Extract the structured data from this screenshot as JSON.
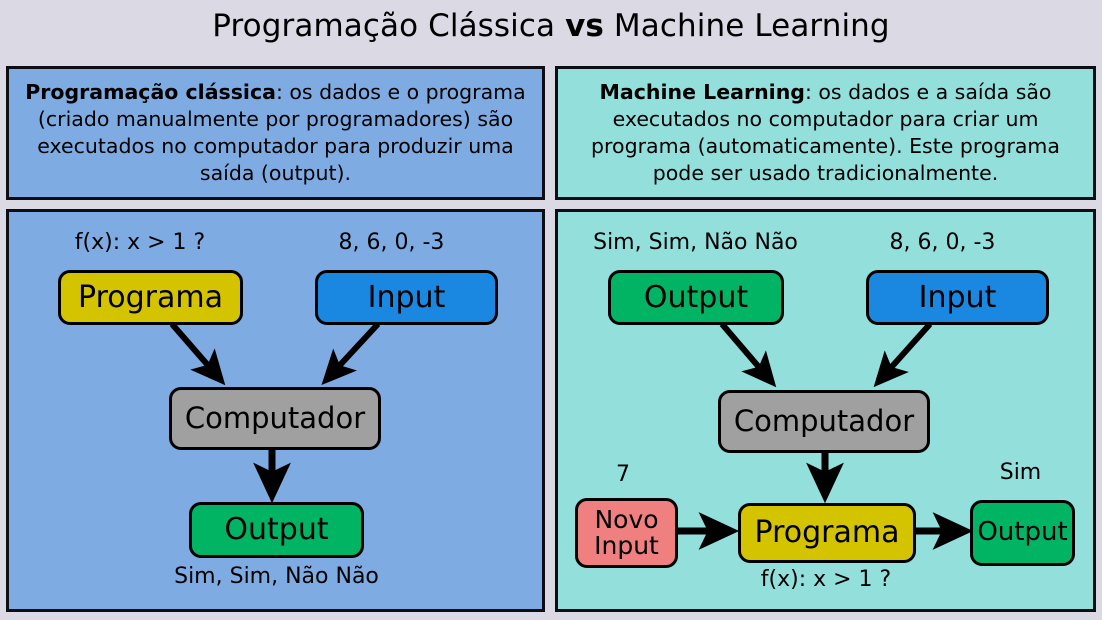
{
  "title": {
    "before": "Programação Clássica ",
    "emphasis": "vs",
    "after": " Machine Learning"
  },
  "colors": {
    "page_background": "#dbd9e3",
    "left_panel": "#7fabe3",
    "right_panel": "#93dfdb",
    "program_yellow": "#d4c400",
    "input_blue": "#1a88e0",
    "output_green": "#00b464",
    "computer_gray": "#a0a0a0",
    "new_input_salmon": "#f08080",
    "stroke": "#000000"
  },
  "left": {
    "description": {
      "bold_lead": "Programação clássica",
      "body": ": os dados e o programa (criado manualmente por programadores) são executados no computador para produzir uma saída (output)."
    },
    "nodes": {
      "program": {
        "label": "Programa",
        "caption": "f(x): x > 1 ?"
      },
      "input": {
        "label": "Input",
        "caption": "8, 6, 0, -3"
      },
      "computer": {
        "label": "Computador"
      },
      "output": {
        "label": "Output",
        "caption": "Sim, Sim, Não Não"
      }
    }
  },
  "right": {
    "description": {
      "bold_lead": "Machine Learning",
      "body": ": os dados e a saída são executados no computador para criar um programa (automaticamente). Este programa pode ser usado tradicionalmente."
    },
    "nodes": {
      "output_top": {
        "label": "Output",
        "caption": "Sim, Sim, Não Não"
      },
      "input": {
        "label": "Input",
        "caption": "8, 6, 0, -3"
      },
      "computer": {
        "label": "Computador"
      },
      "new_input": {
        "line1": "Novo",
        "line2": "Input",
        "caption": "7"
      },
      "program": {
        "label": "Programa",
        "caption": "f(x): x > 1 ?"
      },
      "output_final": {
        "label": "Output",
        "caption": "Sim"
      }
    }
  }
}
